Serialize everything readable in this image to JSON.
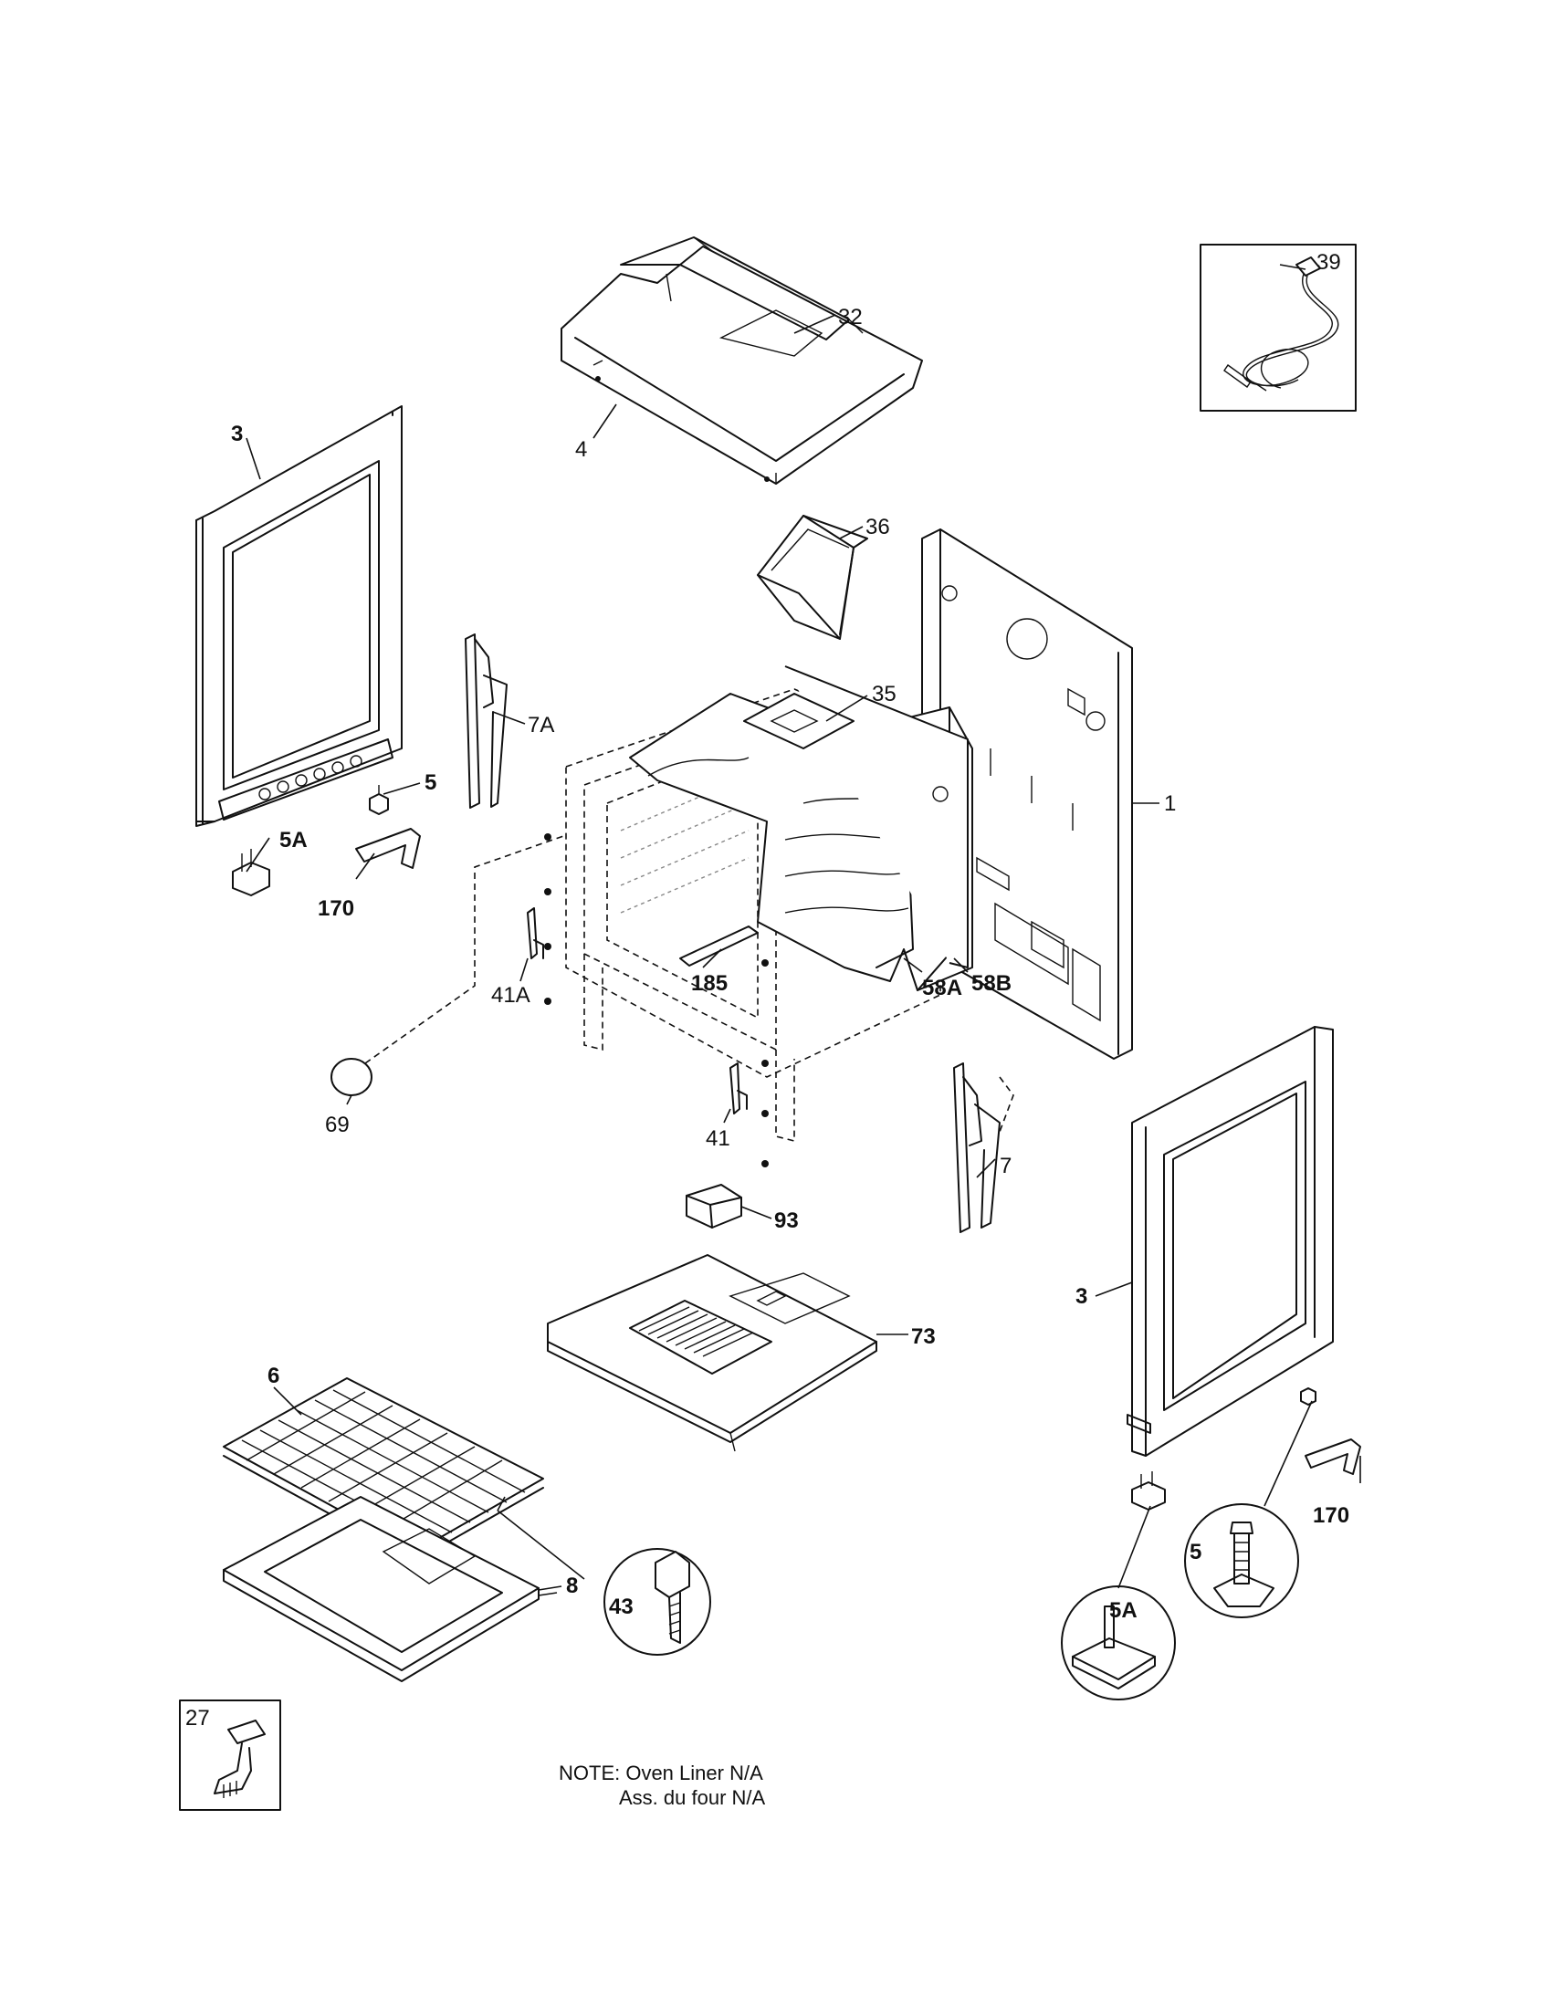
{
  "callouts": {
    "p39": "39",
    "p32": "32",
    "p4": "4",
    "p3_left": "3",
    "p36": "36",
    "p1": "1",
    "p7A": "7A",
    "p35": "35",
    "p5_left": "5",
    "p5A_left": "5A",
    "p170_left": "170",
    "p185": "185",
    "p58A": "58A",
    "p58B": "58B",
    "p41A": "41A",
    "p69": "69",
    "p41": "41",
    "p7": "7",
    "p93": "93",
    "p3_right": "3",
    "p73": "73",
    "p6": "6",
    "p170_right": "170",
    "p8": "8",
    "p43": "43",
    "p5_right": "5",
    "p5A_right": "5A",
    "p27": "27"
  },
  "note": {
    "line1": "NOTE: Oven Liner N/A",
    "line2": "Ass. du four N/A"
  }
}
